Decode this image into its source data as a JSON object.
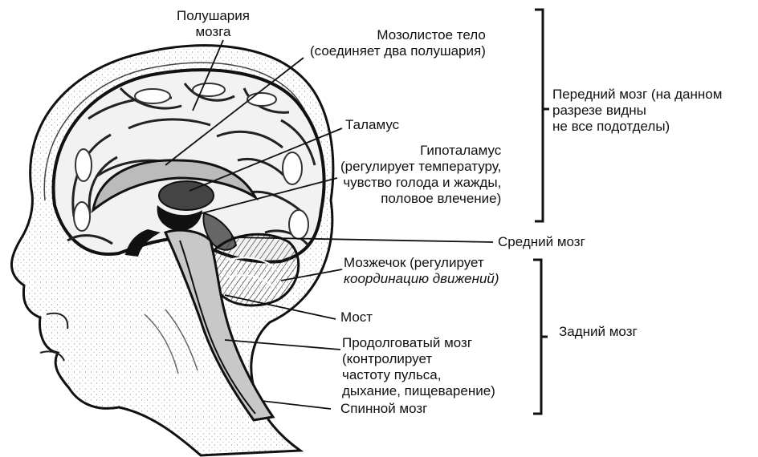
{
  "labels": {
    "hemispheres": [
      "Полушария",
      "мозга"
    ],
    "corpus_callosum": [
      "Мозолистое тело",
      "(соединяет два полушария)"
    ],
    "thalamus": [
      "Таламус"
    ],
    "hypothalamus": [
      "Гипоталамус",
      "(регулирует температуру,",
      "чувство голода и жажды,",
      "половое влечение)"
    ],
    "midbrain": [
      "Средний мозг"
    ],
    "cerebellum": [
      "Мозжечок (регулирует",
      "координацию движений)"
    ],
    "pons": [
      "Мост"
    ],
    "medulla": [
      "Продолговатый мозг",
      "(контролирует",
      "частоту пульса,",
      "дыхание, пищеварение)"
    ],
    "spinal_cord": [
      "Спинной мозг"
    ]
  },
  "groups": {
    "forebrain": [
      "Передний мозг (на данном",
      "разрезе видны",
      "не все подотделы)"
    ],
    "hindbrain": [
      "Задний мозг"
    ]
  }
}
